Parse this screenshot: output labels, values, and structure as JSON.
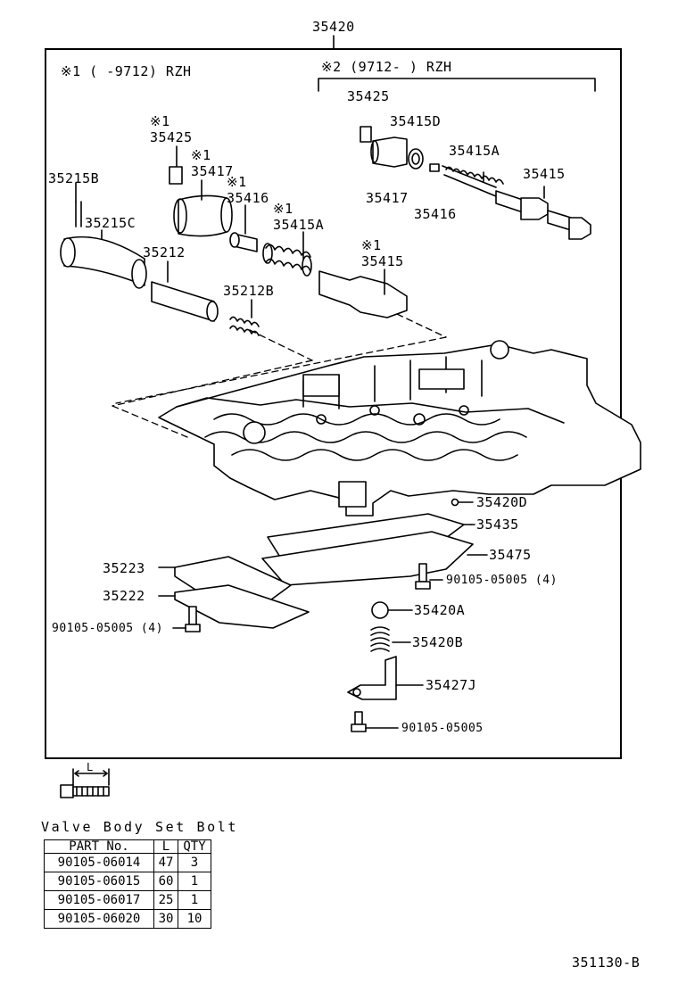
{
  "diagram": {
    "title_part": "35420",
    "note1": "※1 (     -9712) RZH",
    "note2": "※2 (9712-     ) RZH",
    "labels": {
      "l35425a": "35425",
      "l35415d": "35415D",
      "l35415a_r": "35415A",
      "l35415_r": "35415",
      "l35417_r": "35417",
      "l35416_r": "35416",
      "mark1a": "※1",
      "l35425b": "35425",
      "mark1b": "※1",
      "l35417b": "35417",
      "mark1c": "※1",
      "l35416b": "35416",
      "mark1d": "※1",
      "l35415a_b": "35415A",
      "mark1e": "※1",
      "l35415b": "35415",
      "l35215b": "35215B",
      "l35215c": "35215C",
      "l35212": "35212",
      "l35212b": "35212B",
      "l35420d": "35420D",
      "l35435": "35435",
      "l35475": "35475",
      "l35223": "35223",
      "l35222": "35222",
      "lbolt_r": "90105-05005 (4)",
      "lbolt_l": "90105-05005 (4)",
      "l35420a": "35420A",
      "l35420b": "35420B",
      "l35427j": "35427J",
      "lbolt_b": "90105-05005"
    }
  },
  "bolt_gauge": {
    "label": "L"
  },
  "bolt_table": {
    "title": "Valve Body Set Bolt",
    "headers": [
      "PART No.",
      "L",
      "QTY"
    ],
    "rows": [
      [
        "90105-06014",
        "47",
        "3"
      ],
      [
        "90105-06015",
        "60",
        "1"
      ],
      [
        "90105-06017",
        "25",
        "1"
      ],
      [
        "90105-06020",
        "30",
        "10"
      ]
    ]
  },
  "reference": "351130-B"
}
